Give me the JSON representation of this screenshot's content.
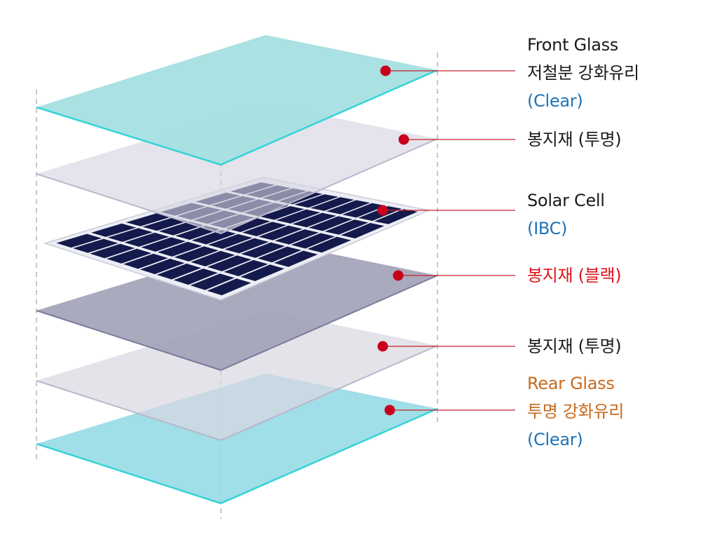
{
  "colors": {
    "glass_fill": "#a5dfe2",
    "glass_edge": "#35d3d6",
    "rear_glass_fill": "#8fd8e4",
    "encapsulant_clear": "#d8d7e1",
    "encapsulant_black": "#a3a3b9",
    "cell": "#151a4c",
    "cell_frame": "#eceef5",
    "leader_line": "#c8202a",
    "marker": "#c8001c",
    "guide_dash": "#b5b5b5",
    "text_black": "#1a1a1a",
    "text_blue": "#1f73b7",
    "text_red": "#e0121b",
    "text_orange": "#c86a1e"
  },
  "labels": {
    "front_glass": {
      "line1": "Front Glass",
      "line2": "저철분 강화유리",
      "line3": "(Clear)"
    },
    "encapsulant_top": {
      "line1": "봉지재 (투명)"
    },
    "solar_cell": {
      "line1": "Solar Cell",
      "line2": "(IBC)"
    },
    "encapsulant_black": {
      "line1": "봉지재 (블랙)"
    },
    "encapsulant_bottom": {
      "line1": "봉지재 (투명)"
    },
    "rear_glass": {
      "line1": "Rear Glass",
      "line2": "투명 강화유리",
      "line3": "(Clear)"
    }
  }
}
